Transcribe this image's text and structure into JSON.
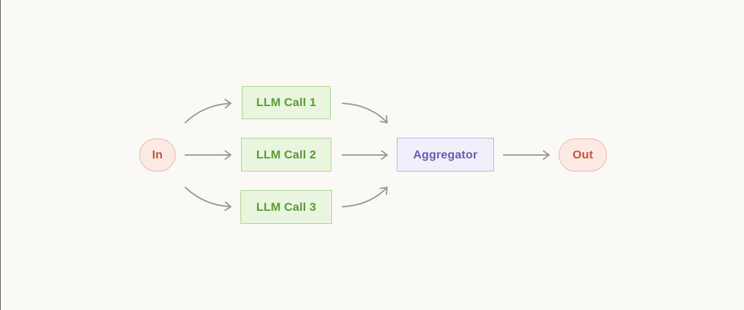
{
  "diagram": {
    "input_label": "In",
    "calls": [
      {
        "label": "LLM Call 1"
      },
      {
        "label": "LLM Call 2"
      },
      {
        "label": "LLM Call 3"
      }
    ],
    "aggregator_label": "Aggregator",
    "output_label": "Out"
  },
  "colors": {
    "terminal_fill": "#fce9e4",
    "terminal_text": "#c4553b",
    "llm_fill": "#e9f5df",
    "llm_text": "#5a9a34",
    "aggregator_fill": "#f1effa",
    "aggregator_text": "#6a5ab0",
    "arrow": "#9c9a96"
  }
}
